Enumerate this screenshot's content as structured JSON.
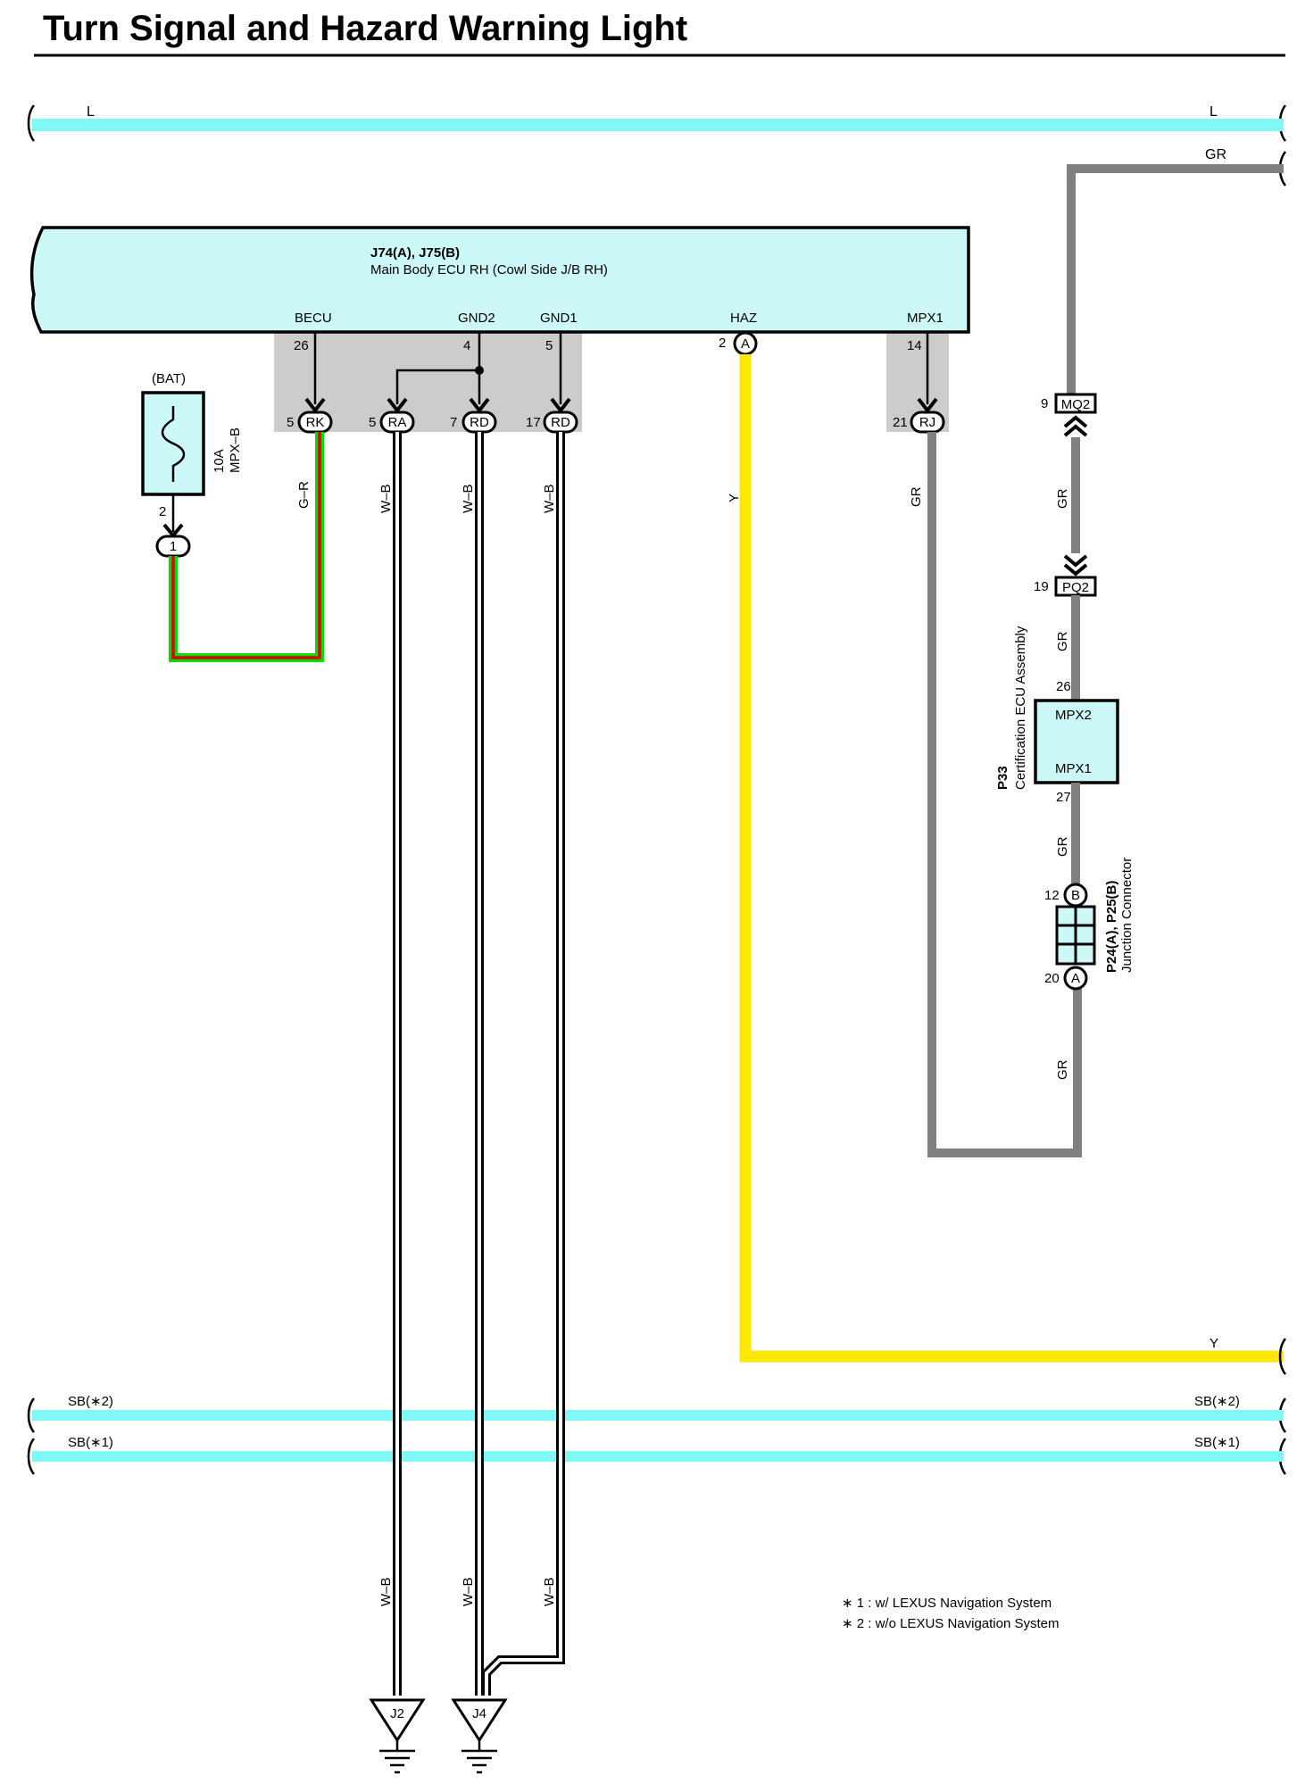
{
  "title": "Turn Signal and Hazard Warning Light",
  "colors": {
    "L": "#80f8f8",
    "GR": "#808080",
    "Y": "#ffe800",
    "SB": "#80f8f8",
    "G_R_outer": "#00e000",
    "G_R_inner": "#e00000",
    "W_B_outer": "#000000",
    "W_B_inner": "#ffffff",
    "ecu_fill": "#ccf8f8",
    "pin_bg": "#cccccc"
  },
  "wires": {
    "L": "L",
    "GR": "GR",
    "Y": "Y",
    "SB2": "SB(∗2)",
    "SB1": "SB(∗1)",
    "GR_label": "G–R",
    "WB_label": "W–B"
  },
  "ecu": {
    "code": "J74(A), J75(B)",
    "name": "Main Body ECU RH (Cowl Side J/B RH)",
    "terminals": [
      {
        "label": "BECU",
        "pin": "26"
      },
      {
        "label": "GND2",
        "pin": "4"
      },
      {
        "label": "GND1",
        "pin": "5"
      },
      {
        "label": "HAZ",
        "pin": "2",
        "connector": "A"
      },
      {
        "label": "MPX1",
        "pin": "14"
      }
    ],
    "junctions": [
      {
        "pin": "5",
        "code": "RK"
      },
      {
        "pin": "5",
        "code": "RA"
      },
      {
        "pin": "7",
        "code": "RD"
      },
      {
        "pin": "17",
        "code": "RD"
      },
      {
        "pin": "21",
        "code": "RJ"
      }
    ]
  },
  "fuse": {
    "source": "(BAT)",
    "rating": "10A",
    "name": "MPX–B",
    "pin": "2",
    "connector": "1"
  },
  "connectors": {
    "mq2": {
      "pin": "9",
      "code": "MQ2"
    },
    "pq2": {
      "pin": "19",
      "code": "PQ2"
    }
  },
  "cert_ecu": {
    "code": "P33",
    "name": "Certification ECU Assembly",
    "terminals": [
      {
        "label": "MPX2",
        "pin": "26"
      },
      {
        "label": "MPX1",
        "pin": "27"
      }
    ]
  },
  "junction_connector": {
    "code": "P24(A), P25(B)",
    "name": "Junction Connector",
    "pins": [
      {
        "pin": "12",
        "connector": "B"
      },
      {
        "pin": "20",
        "connector": "A"
      }
    ]
  },
  "grounds": [
    "J2",
    "J4"
  ],
  "notes": [
    "∗ 1 : w/ LEXUS Navigation System",
    "∗ 2 : w/o LEXUS Navigation System"
  ]
}
